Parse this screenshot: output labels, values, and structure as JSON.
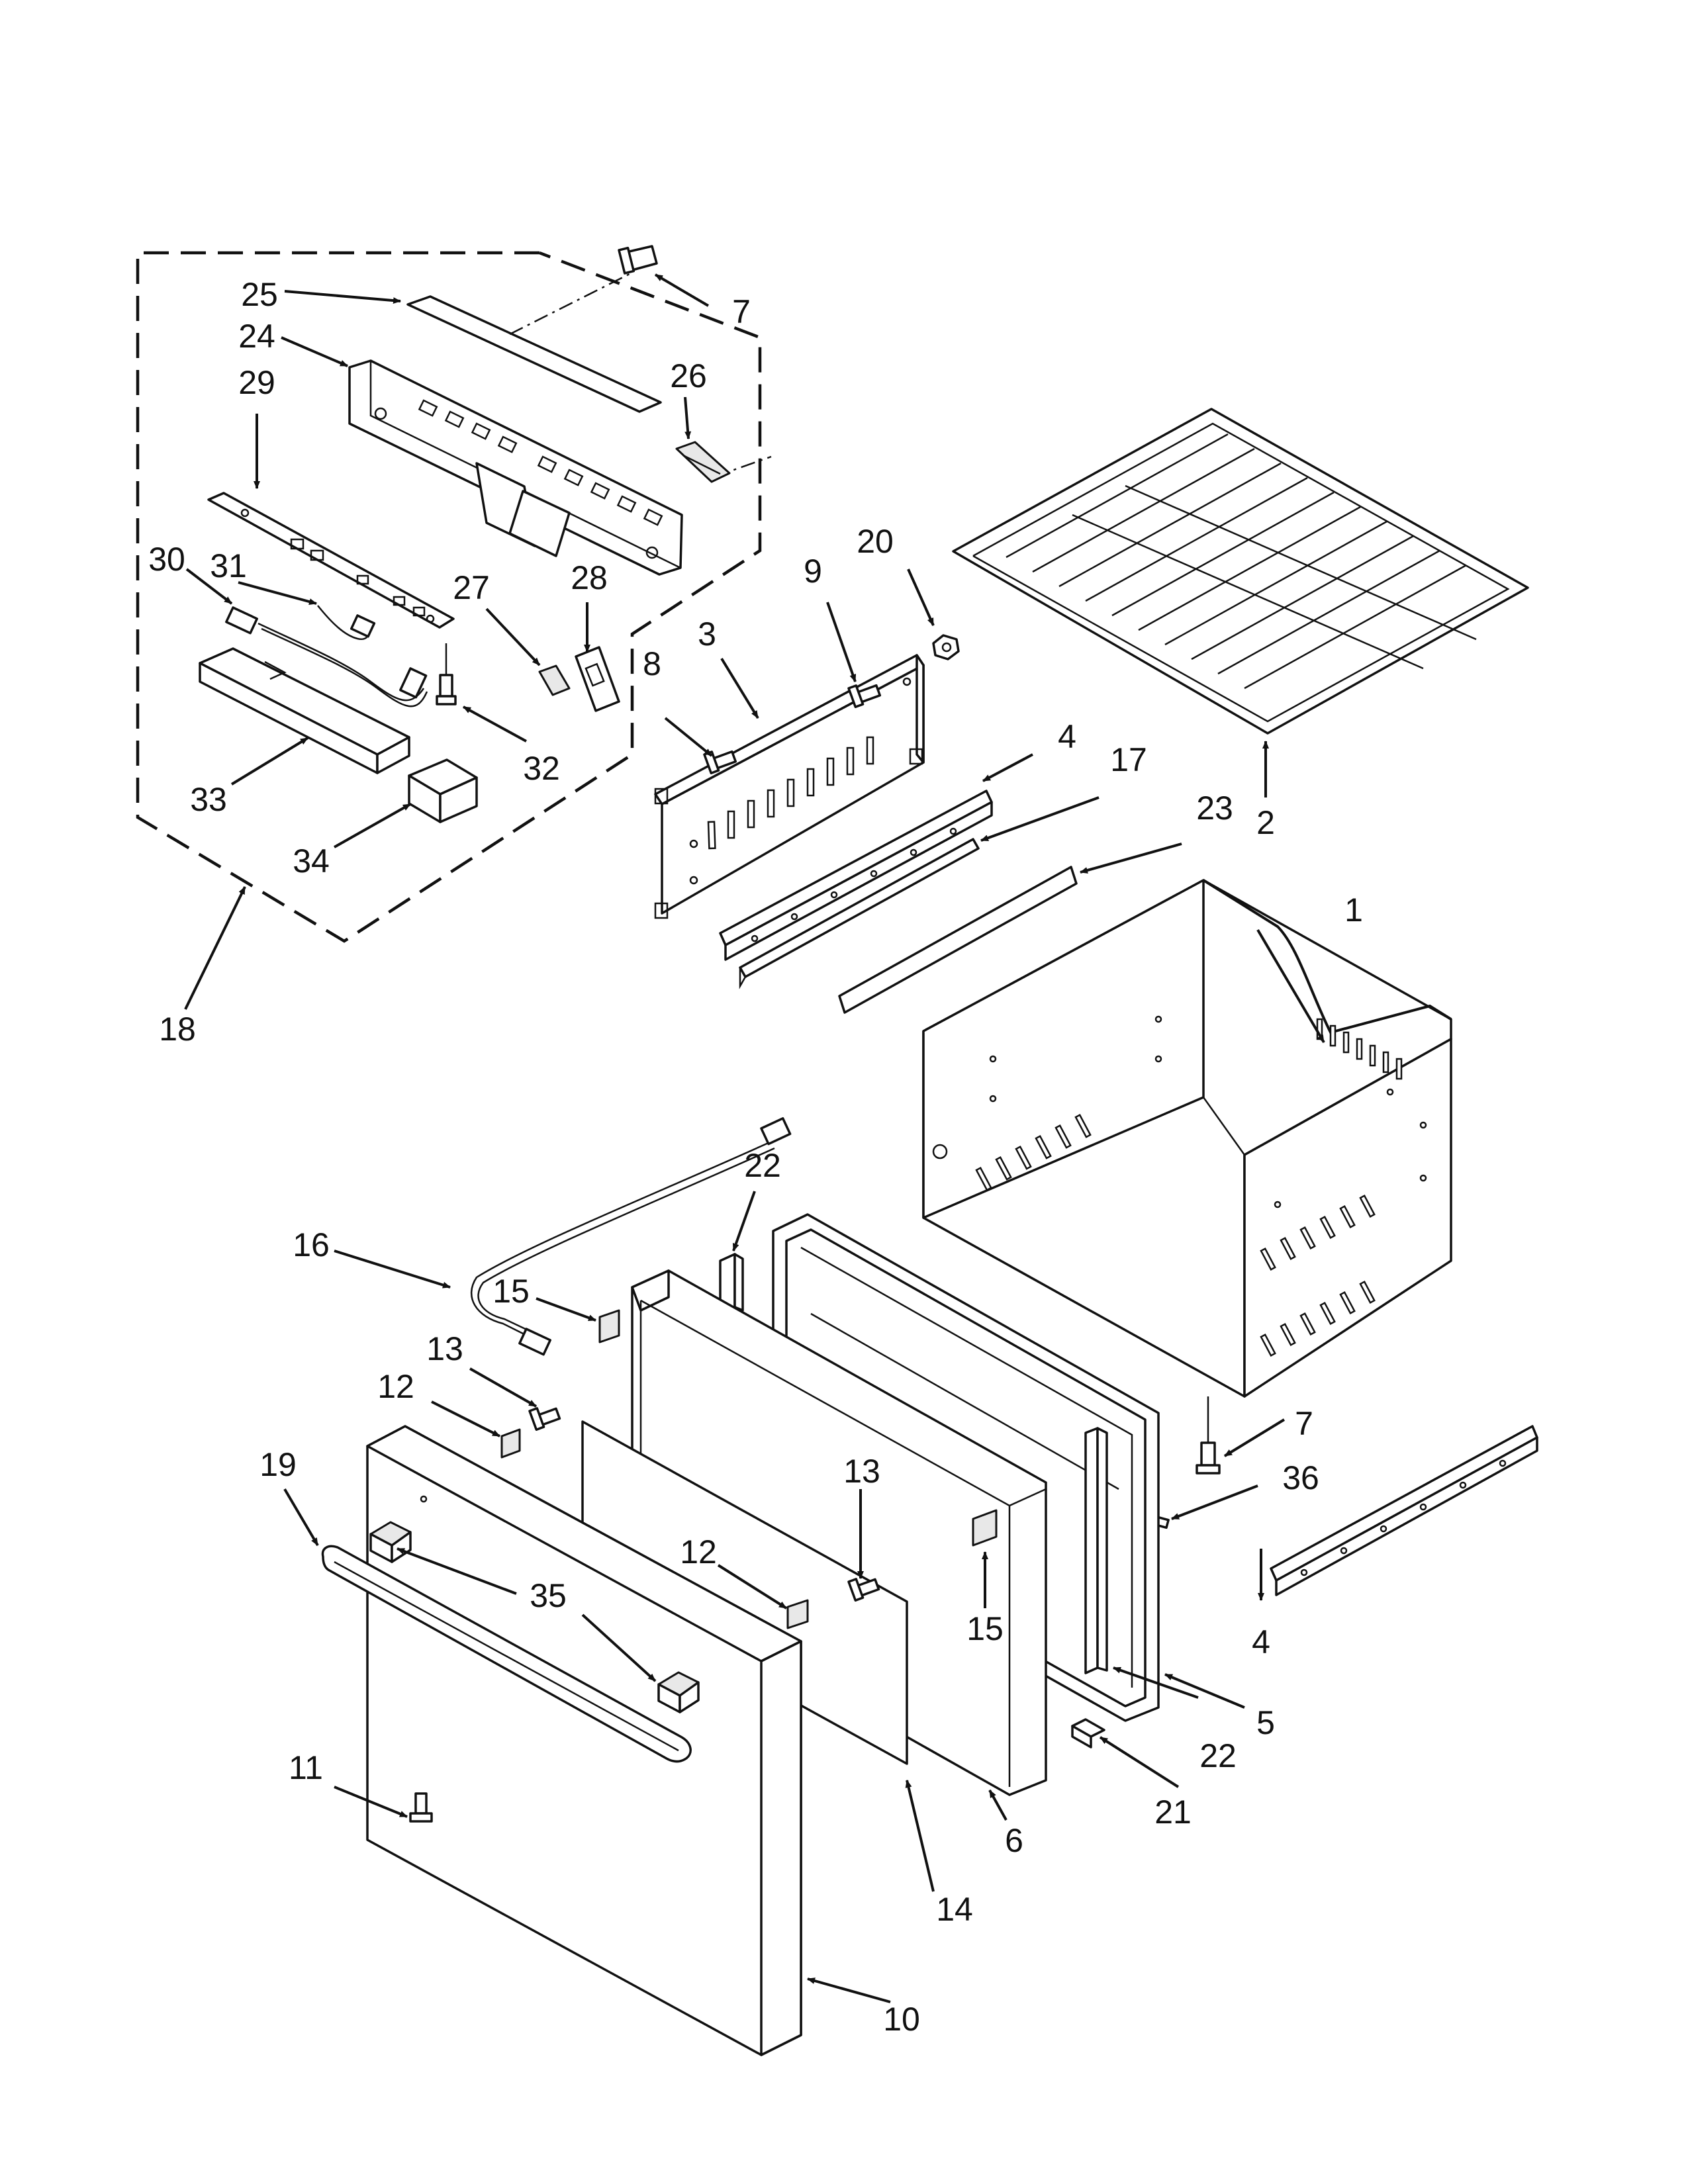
{
  "callouts": [
    {
      "id": "c1",
      "text": "1"
    },
    {
      "id": "c2",
      "text": "2"
    },
    {
      "id": "c3",
      "text": "3"
    },
    {
      "id": "c4a",
      "text": "4"
    },
    {
      "id": "c4b",
      "text": "4"
    },
    {
      "id": "c5",
      "text": "5"
    },
    {
      "id": "c6",
      "text": "6"
    },
    {
      "id": "c7a",
      "text": "7"
    },
    {
      "id": "c7b",
      "text": "7"
    },
    {
      "id": "c8",
      "text": "8"
    },
    {
      "id": "c9",
      "text": "9"
    },
    {
      "id": "c10",
      "text": "10"
    },
    {
      "id": "c11",
      "text": "11"
    },
    {
      "id": "c12a",
      "text": "12"
    },
    {
      "id": "c12b",
      "text": "12"
    },
    {
      "id": "c13a",
      "text": "13"
    },
    {
      "id": "c13b",
      "text": "13"
    },
    {
      "id": "c14",
      "text": "14"
    },
    {
      "id": "c15a",
      "text": "15"
    },
    {
      "id": "c15b",
      "text": "15"
    },
    {
      "id": "c16",
      "text": "16"
    },
    {
      "id": "c17",
      "text": "17"
    },
    {
      "id": "c18",
      "text": "18"
    },
    {
      "id": "c19",
      "text": "19"
    },
    {
      "id": "c20",
      "text": "20"
    },
    {
      "id": "c21",
      "text": "21"
    },
    {
      "id": "c22a",
      "text": "22"
    },
    {
      "id": "c22b",
      "text": "22"
    },
    {
      "id": "c23",
      "text": "23"
    },
    {
      "id": "c24",
      "text": "24"
    },
    {
      "id": "c25",
      "text": "25"
    },
    {
      "id": "c26",
      "text": "26"
    },
    {
      "id": "c27",
      "text": "27"
    },
    {
      "id": "c28",
      "text": "28"
    },
    {
      "id": "c29",
      "text": "29"
    },
    {
      "id": "c30",
      "text": "30"
    },
    {
      "id": "c31",
      "text": "31"
    },
    {
      "id": "c32",
      "text": "32"
    },
    {
      "id": "c33",
      "text": "33"
    },
    {
      "id": "c34",
      "text": "34"
    },
    {
      "id": "c35",
      "text": "35"
    },
    {
      "id": "c36",
      "text": "36"
    }
  ]
}
